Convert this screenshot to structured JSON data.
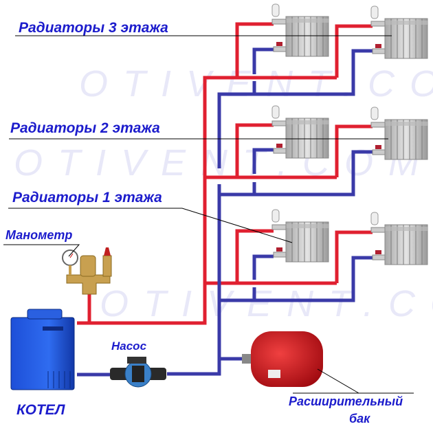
{
  "watermark": "OTIVENT.COM",
  "labels": {
    "floor3": "Радиаторы 3 этажа",
    "floor2": "Радиаторы 2 этажа",
    "floor1": "Радиаторы 1 этажа",
    "manometer": "Манометр",
    "pump": "Насос",
    "boiler": "КОТЕЛ",
    "tank_line1": "Расширительный",
    "tank_line2": "бак"
  },
  "colors": {
    "supply": "#e02030",
    "return": "#3a3aa8",
    "label": "#1c1ccc"
  }
}
